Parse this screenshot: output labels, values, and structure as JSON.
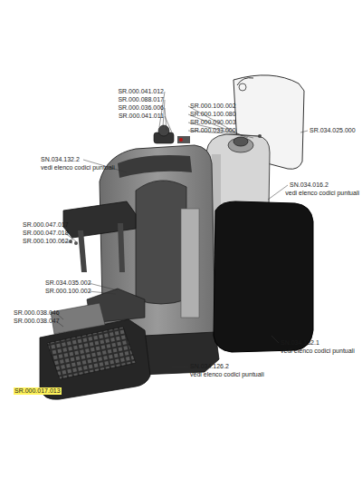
{
  "diagram": {
    "labels": [
      "SR.000.041.012",
      "SR.000.088.017",
      "SR.000.036.006",
      "SR.000.041.011",
      "SR.000.100.002",
      "SR.000.100.080",
      "SR.000.090.003",
      "SR.000.033.000",
      "SR.034.025.000",
      "SN.034.132.2",
      "vedi elenco codici puntuali",
      "SN.034.016.2",
      "vedi elenco codici puntuali",
      "SR.000.047.017",
      "SR.000.047.018",
      "SR.000.100.062",
      "SR.034.035.002",
      "SR.000.100.002",
      "SR.000.038.046",
      "SR.000.038.047",
      "SN.034.132.1",
      "vedi elenco codici puntuali",
      "SN.034.126.2",
      "vedi elenco codici puntuali",
      "SR.000.017.013"
    ]
  }
}
